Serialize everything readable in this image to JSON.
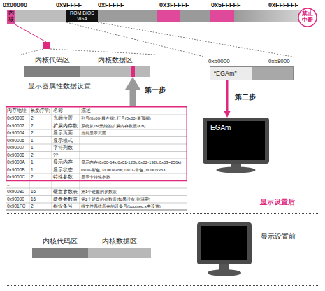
{
  "diagram": {
    "nodes": [
      {
        "text": [
          "内核"
        ]
      },
      {
        "text": [
          "ROM BIOS",
          "VGA"
        ]
      },
      {
        "text": [
          "禁止中断"
        ]
      },
      {
        "text": [
          "内核代码区"
        ]
      },
      {
        "text": [
          "内核数据区"
        ]
      },
      {
        "text": [
          "“EGAm”"
        ]
      },
      {
        "text": [
          "内存地址",
          "长度(字节)",
          "名称",
          "描述",
          "0x90000",
          "2",
          "光标位置",
          "列号(0x00-最左端),行号(0x00-最顶端)",
          "0x90002",
          "2",
          "扩展内存数",
          "系统从1M开始的扩展内存数值(KB)",
          "0x90004",
          "2",
          "显示页面",
          "当前显示页面",
          "0x90006",
          "1",
          "显示模式",
          "0x90007",
          "1",
          "字符列数",
          "0x90008",
          "2",
          "??",
          "0x9000A",
          "1",
          "显示内存",
          "显示内存(0x00-64k,0x01-128k,0x02-192k,0x03=256k)",
          "0x9000B",
          "1",
          "显示状态",
          "0x00-彩色, I/O=0x3dX; 0x01-单色, I/O=0x3bX",
          "0x9000C",
          "2",
          "特性参数",
          "显示卡特性参数",
          "...",
          "0x90080",
          "16",
          "硬盘参数表",
          "第1个硬盘的参数表",
          "0x90090",
          "16",
          "硬盘参数表",
          "第2个硬盘的参数表(如果没有,则清零)",
          "0x901FC",
          "2",
          "根设备号",
          "根文件系统所在的设备号(bootsec.s中设置)"
        ]
      },
      {
        "text": [
          "EGAm"
        ]
      },
      {
        "text": [
          "显示设置前"
        ]
      },
      {
        "text": [
          "内核代码区"
        ],
        "in": 8
      },
      {
        "text": [
          "内核数据区"
        ],
        "in": 8
      }
    ],
    "edges": [
      {
        "from": 6,
        "to": 4,
        "arrow": "to",
        "label": "第一步"
      },
      {
        "from": 5,
        "to": 7,
        "arrow": "to",
        "label": "第二步"
      }
    ],
    "labels": [
      "0x00000",
      "0x9FFFF",
      "0xFFFFF",
      "0x3FFFFF",
      "0x5FFFFF",
      "0xFFFFFF",
      "显示器属性数据设置",
      "0xb0000",
      "0xb8000",
      "显示设置后"
    ]
  }
}
